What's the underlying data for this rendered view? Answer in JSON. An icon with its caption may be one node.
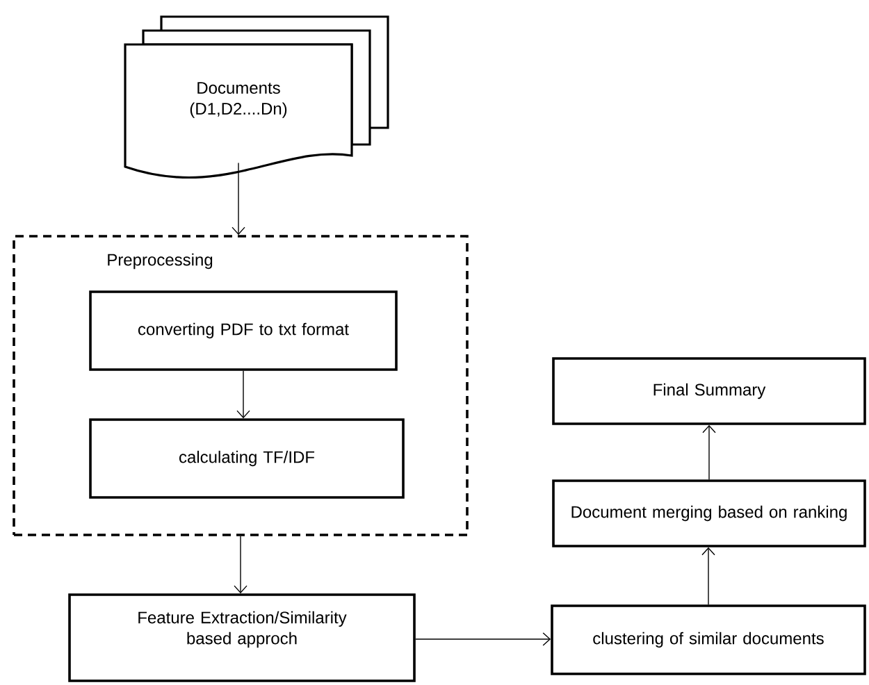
{
  "diagram": {
    "nodes": [
      {
        "text": [
          "Documents (D1,D2....Dn)"
        ]
      },
      {
        "text": [
          "Preprocessing"
        ]
      },
      {
        "text": [
          "converting PDF to txt format"
        ],
        "in": 1
      },
      {
        "text": [
          "calculating TF/IDF"
        ],
        "in": 1
      },
      {
        "text": [
          "Feature Extraction/Similarity based approch"
        ]
      },
      {
        "text": [
          "clustering of similar documents"
        ]
      },
      {
        "text": [
          "Document merging based on ranking"
        ]
      },
      {
        "text": [
          "Final Summary"
        ]
      }
    ],
    "edges": [
      {
        "from": 0,
        "to": 1,
        "arrow": "to"
      },
      {
        "from": 2,
        "to": 3,
        "arrow": "to"
      },
      {
        "from": 1,
        "to": 4,
        "arrow": "to"
      },
      {
        "from": 4,
        "to": 5,
        "arrow": "to"
      },
      {
        "from": 5,
        "to": 6,
        "arrow": "to"
      },
      {
        "from": 6,
        "to": 7,
        "arrow": "to"
      }
    ]
  }
}
